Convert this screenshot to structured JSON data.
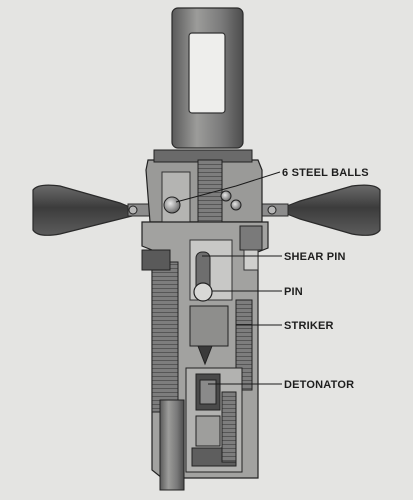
{
  "labels": {
    "steel_balls": "6 STEEL BALLS",
    "shear_pin": "SHEAR PIN",
    "pin": "PIN",
    "striker": "STRIKER",
    "detonator": "DETONATOR"
  },
  "colors": {
    "paper": "#e4e4e2",
    "metal_dark": "#4a4a4a",
    "metal_mid": "#8a8a8a",
    "metal_light": "#c2c2c0",
    "ink": "#1a1a1a"
  }
}
